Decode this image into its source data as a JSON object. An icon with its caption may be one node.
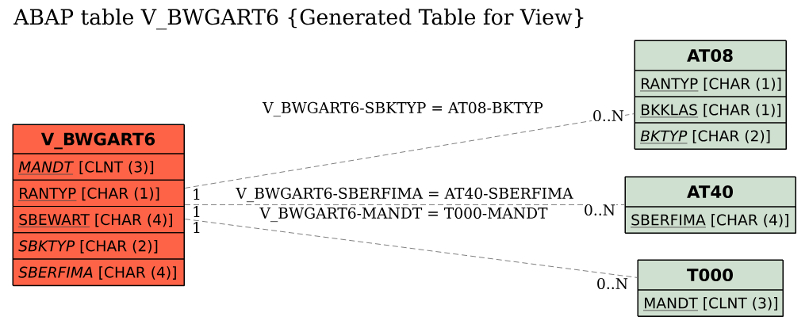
{
  "diagram": {
    "title": "ABAP table V_BWGART6 {Generated Table for View}",
    "nodes": [
      {
        "text": [
          "V_BWGART6",
          "*MANDT* [CLNT (3)]",
          "RANTYP [CHAR (1)]",
          "SBEWART [CHAR (4)]",
          "*SBKTYP* [CHAR (2)]",
          "*SBERFIMA* [CHAR (4)]"
        ]
      },
      {
        "text": [
          "AT08",
          "RANTYP [CHAR (1)]",
          "BKKLAS [CHAR (1)]",
          "*BKTYP* [CHAR (2)]"
        ]
      },
      {
        "text": [
          "AT40",
          "SBERFIMA [CHAR (4)]"
        ]
      },
      {
        "text": [
          "T000",
          "MANDT [CLNT (3)]"
        ]
      }
    ],
    "edges": [
      {
        "from": 0,
        "to": 1,
        "arrow": "none",
        "label": "V_BWGART6-SBKTYP = AT08-BKTYP",
        "style": "dashed"
      },
      {
        "from": 0,
        "to": 2,
        "arrow": "none",
        "label": "V_BWGART6-SBERFIMA = AT40-SBERFIMA",
        "style": "dashed"
      },
      {
        "from": 0,
        "to": 3,
        "arrow": "none",
        "label": "V_BWGART6-MANDT = T000-MANDT",
        "style": "dashed"
      }
    ],
    "labels": [
      "0..N",
      "1",
      "1",
      "0..N",
      "1",
      "0..N"
    ]
  }
}
